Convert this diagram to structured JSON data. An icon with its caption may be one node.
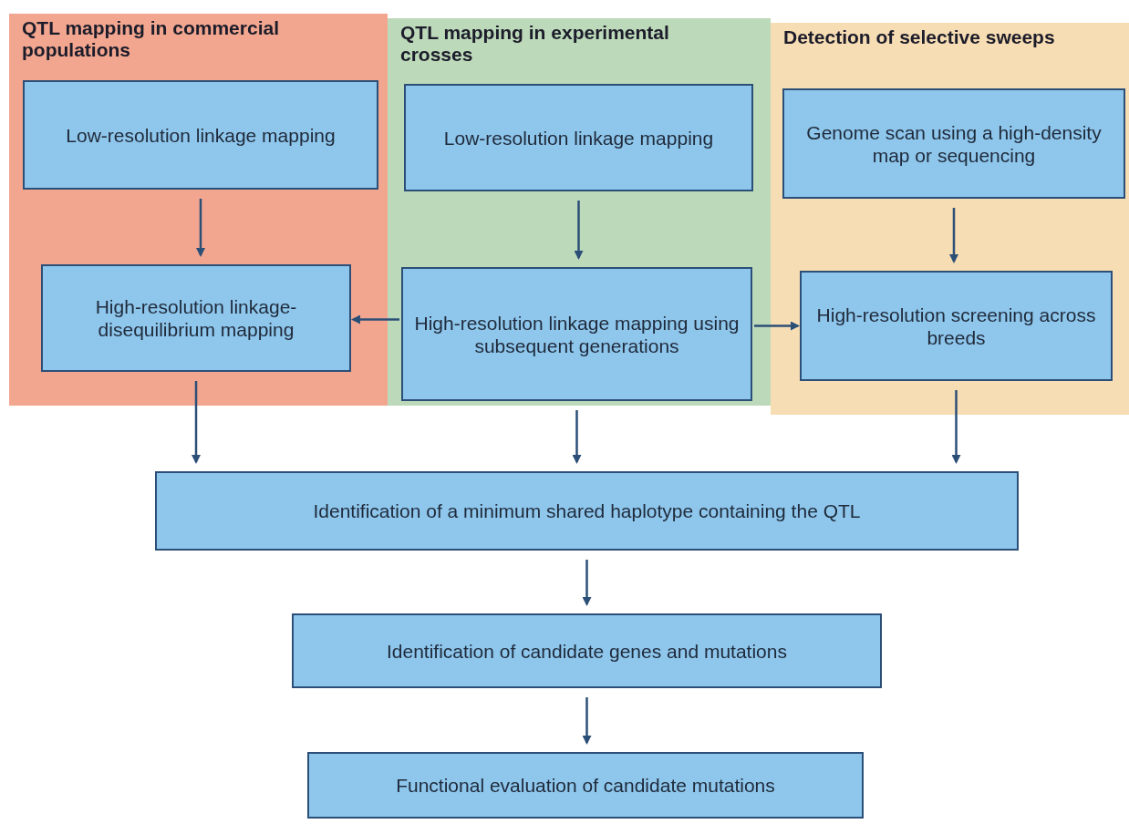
{
  "diagram": {
    "nodes": [
      {
        "text": [
          "QTL mapping in commercial populations"
        ]
      },
      {
        "text": [
          "QTL mapping in experimental crosses"
        ]
      },
      {
        "text": [
          "Detection of selective sweeps"
        ]
      },
      {
        "text": [
          "Low-resolution linkage mapping"
        ],
        "in": 0
      },
      {
        "text": [
          "High-resolution linkage-disequilibrium mapping"
        ],
        "in": 0
      },
      {
        "text": [
          "Low-resolution linkage mapping"
        ],
        "in": 1
      },
      {
        "text": [
          "High-resolution linkage mapping using subsequent generations"
        ],
        "in": 1
      },
      {
        "text": [
          "Genome scan using a high-density map or sequencing"
        ],
        "in": 2
      },
      {
        "text": [
          "High-resolution screening across breeds"
        ],
        "in": 2
      },
      {
        "text": [
          "Identification of a minimum shared haplotype containing the QTL"
        ]
      },
      {
        "text": [
          "Identification of candidate genes and mutations"
        ]
      },
      {
        "text": [
          "Functional evaluation of candidate mutations"
        ]
      }
    ],
    "edges": [
      {
        "from": 3,
        "to": 4,
        "arrow": "to"
      },
      {
        "from": 5,
        "to": 6,
        "arrow": "to"
      },
      {
        "from": 7,
        "to": 8,
        "arrow": "to"
      },
      {
        "from": 6,
        "to": 4,
        "arrow": "to"
      },
      {
        "from": 6,
        "to": 8,
        "arrow": "to"
      },
      {
        "from": 4,
        "to": 9,
        "arrow": "to"
      },
      {
        "from": 6,
        "to": 9,
        "arrow": "to"
      },
      {
        "from": 8,
        "to": 9,
        "arrow": "to"
      },
      {
        "from": 9,
        "to": 10,
        "arrow": "to"
      },
      {
        "from": 10,
        "to": 11,
        "arrow": "to"
      }
    ]
  }
}
